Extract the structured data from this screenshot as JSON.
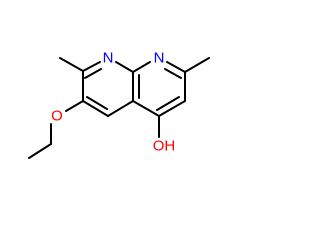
{
  "structure": {
    "atoms": [
      {
        "id": "n1",
        "symbol": "N",
        "label": "N",
        "color": "#0000ff"
      },
      {
        "id": "n8",
        "symbol": "N",
        "label": "N",
        "color": "#0000ff"
      },
      {
        "id": "o_ether",
        "symbol": "O",
        "label": "O",
        "color": "#ff0000"
      },
      {
        "id": "o_hydroxy",
        "symbol": "O",
        "label": "OH",
        "color": "#ff0000"
      }
    ],
    "bond_color": "#000000",
    "background": "#ffffff"
  }
}
